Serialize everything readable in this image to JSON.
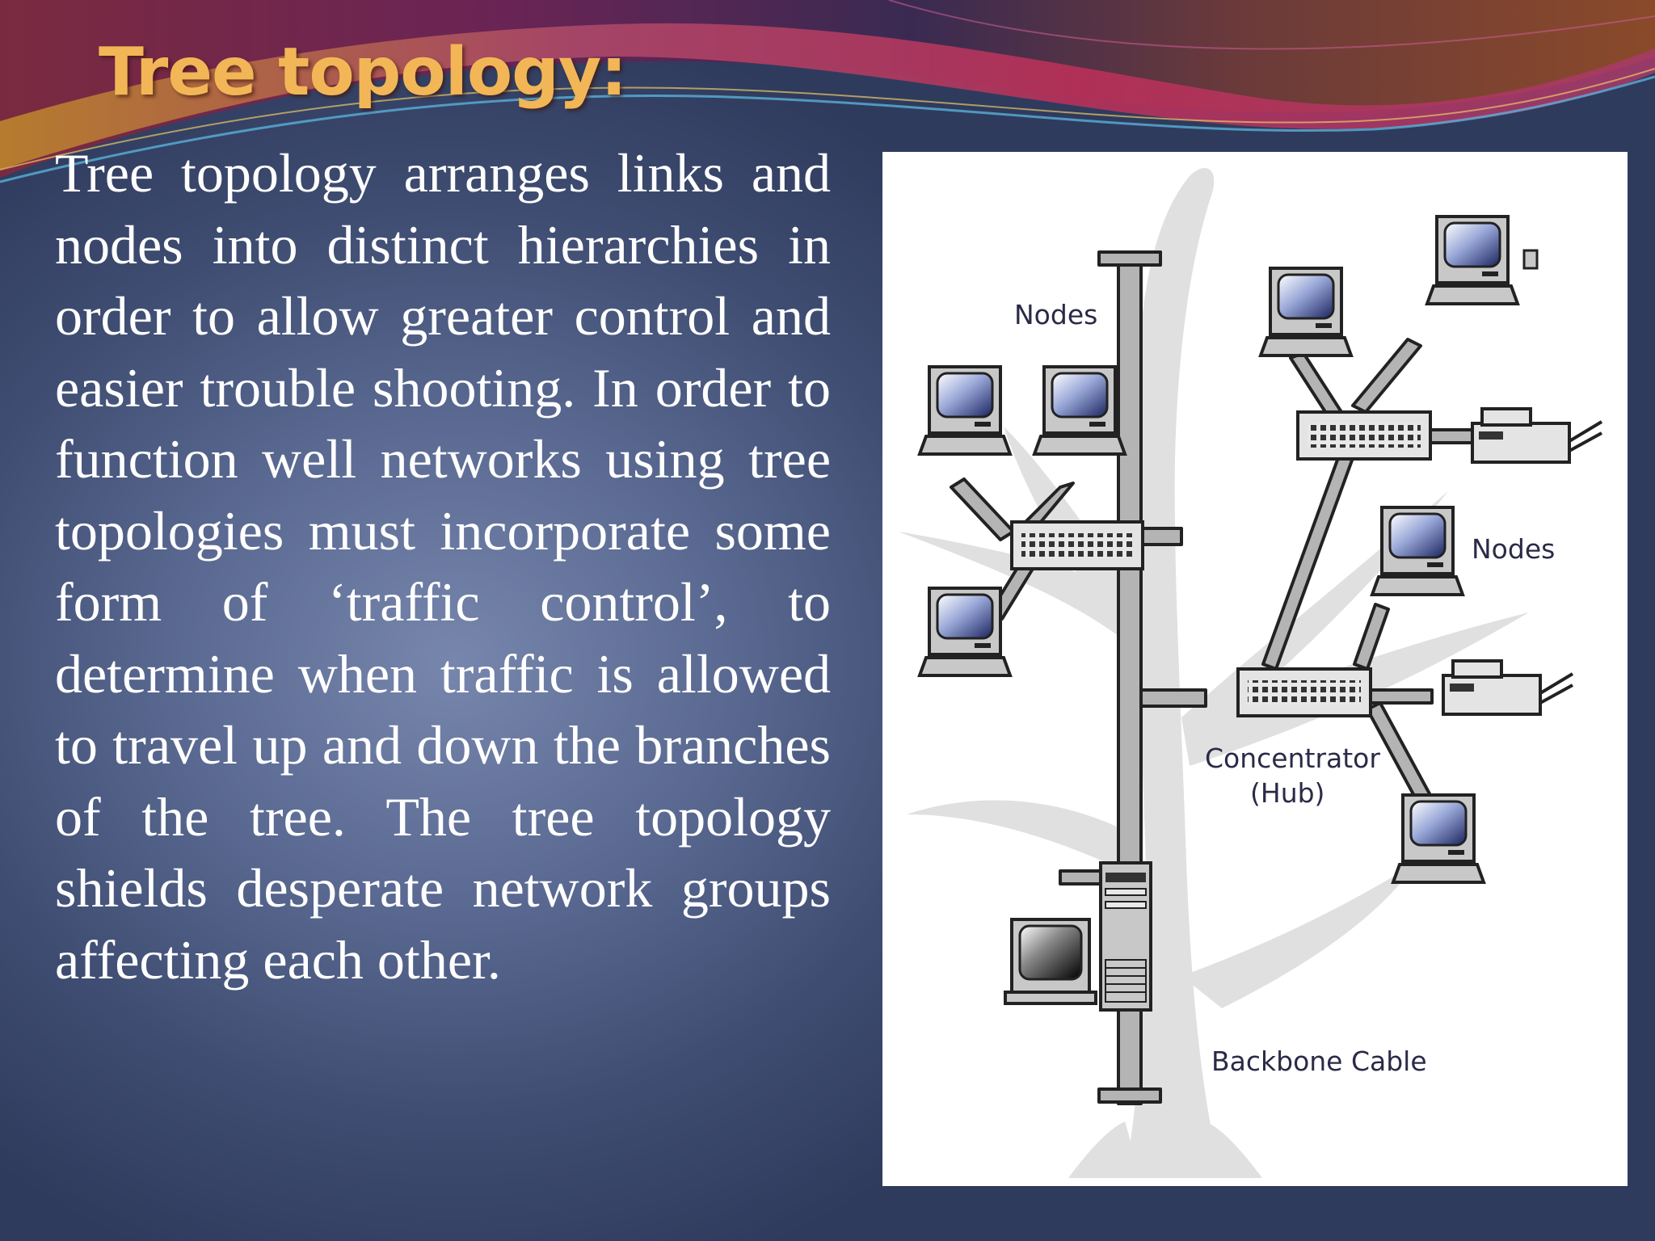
{
  "slide": {
    "title": "Tree topology:",
    "body": "Tree topology arranges links and nodes into distinct hierarchies in order to allow greater control and easier trouble shooting. In order to function well networks using tree topologies must incorporate some form of ‘traffic control’, to determine when traffic is allowed to travel up and down the branches of the tree. The tree topology shields desperate network groups affecting each other."
  },
  "diagram": {
    "labels": {
      "nodes_left": "Nodes",
      "nodes_right": "Nodes",
      "concentrator": "Concentrator",
      "hub": "(Hub)",
      "backbone": "Backbone Cable"
    }
  },
  "colors": {
    "title": "#f2b657",
    "background": "#4d5c85",
    "text": "#ffffff",
    "cable": "#b4b4b4",
    "tree_silhouette": "#dddddd"
  }
}
